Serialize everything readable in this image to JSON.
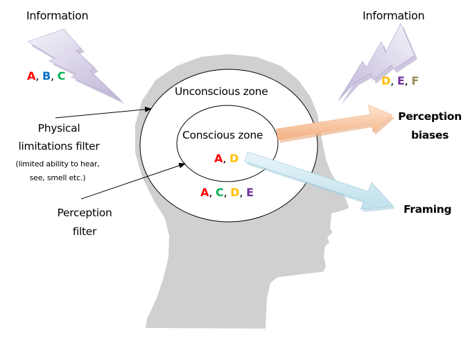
{
  "info_left": {
    "title": "Information",
    "letters": [
      {
        "text": "A",
        "color": "#ff0000"
      },
      {
        "text": "B",
        "color": "#0070c0"
      },
      {
        "text": "C",
        "color": "#00b050"
      }
    ]
  },
  "info_right": {
    "title": "Information",
    "letters": [
      {
        "text": "D",
        "color": "#ffc000"
      },
      {
        "text": "E",
        "color": "#7030a0"
      },
      {
        "text": "F",
        "color": "#948a54"
      }
    ]
  },
  "zones": {
    "unconscious": "Unconscious zone",
    "conscious": "Conscious zone",
    "conscious_letters": [
      {
        "text": "A",
        "color": "#ff0000"
      },
      {
        "text": "D",
        "color": "#ffc000"
      }
    ],
    "unconscious_letters": [
      {
        "text": "A",
        "color": "#ff0000"
      },
      {
        "text": "C",
        "color": "#00b050"
      },
      {
        "text": "D",
        "color": "#ffc000"
      },
      {
        "text": "E",
        "color": "#7030a0"
      }
    ]
  },
  "filters": {
    "physical_line1": "Physical",
    "physical_line2": "limitations filter",
    "physical_note1": "(limited ability to hear,",
    "physical_note2": "see, smell etc.)",
    "perception_line1": "Perception",
    "perception_line2": "filter"
  },
  "outputs": {
    "biases_line1": "Perception",
    "biases_line2": "biases",
    "framing": "Framing"
  },
  "colors": {
    "head": "#d0d0d0",
    "bolt": "#d9d3e8",
    "orange_arrow": "#f9c9a5",
    "blue_arrow": "#d6ecf4"
  },
  "separator": ", "
}
